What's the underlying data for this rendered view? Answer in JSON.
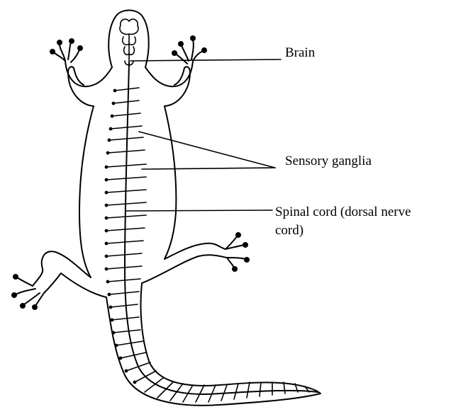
{
  "diagram": {
    "labels": {
      "brain": "Brain",
      "sensory_ganglia": "Sensory ganglia",
      "spinal_cord_line1": "Spinal cord (dorsal nerve",
      "spinal_cord_line2": "cord)"
    }
  }
}
